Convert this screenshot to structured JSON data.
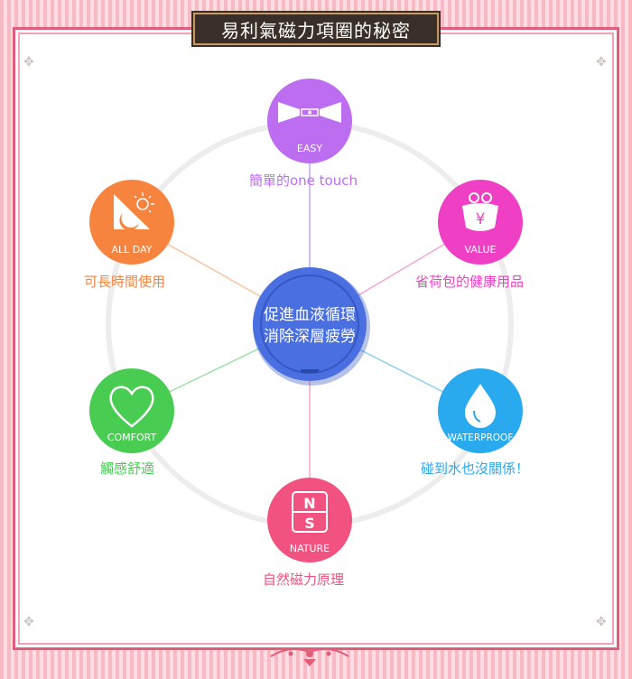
{
  "title": "易利氣磁力項圈的秘密",
  "center": {
    "line1": "促進血液循環",
    "line2": "消除深層疲勞",
    "color": "#4a6fe0"
  },
  "features": [
    {
      "key": "easy",
      "badge": "EASY",
      "caption": "簡單的one touch",
      "color": "#bd6df0",
      "icon": "clasp-icon"
    },
    {
      "key": "value",
      "badge": "VALUE",
      "caption": "省荷包的健康用品",
      "color": "#ef3fc4",
      "icon": "coin-purse-icon"
    },
    {
      "key": "waterproof",
      "badge": "WATERPROOF",
      "caption": "碰到水也沒關係！",
      "color": "#29a9ee",
      "icon": "water-drop-icon"
    },
    {
      "key": "nature",
      "badge": "NATURE",
      "caption": "自然磁力原理",
      "color": "#f1527f",
      "icon": "ns-magnet-icon"
    },
    {
      "key": "comfort",
      "badge": "COMFORT",
      "caption": "觸感舒適",
      "color": "#48cc52",
      "icon": "heart-icon"
    },
    {
      "key": "allday",
      "badge": "ALL DAY",
      "caption": "可長時間使用",
      "color": "#f7843e",
      "icon": "moon-sun-icon"
    }
  ],
  "icons": {
    "currency": "¥",
    "magnet_n": "N",
    "magnet_s": "S"
  },
  "colors": {
    "frame": "#e25d7a",
    "ring": "#ededed"
  }
}
